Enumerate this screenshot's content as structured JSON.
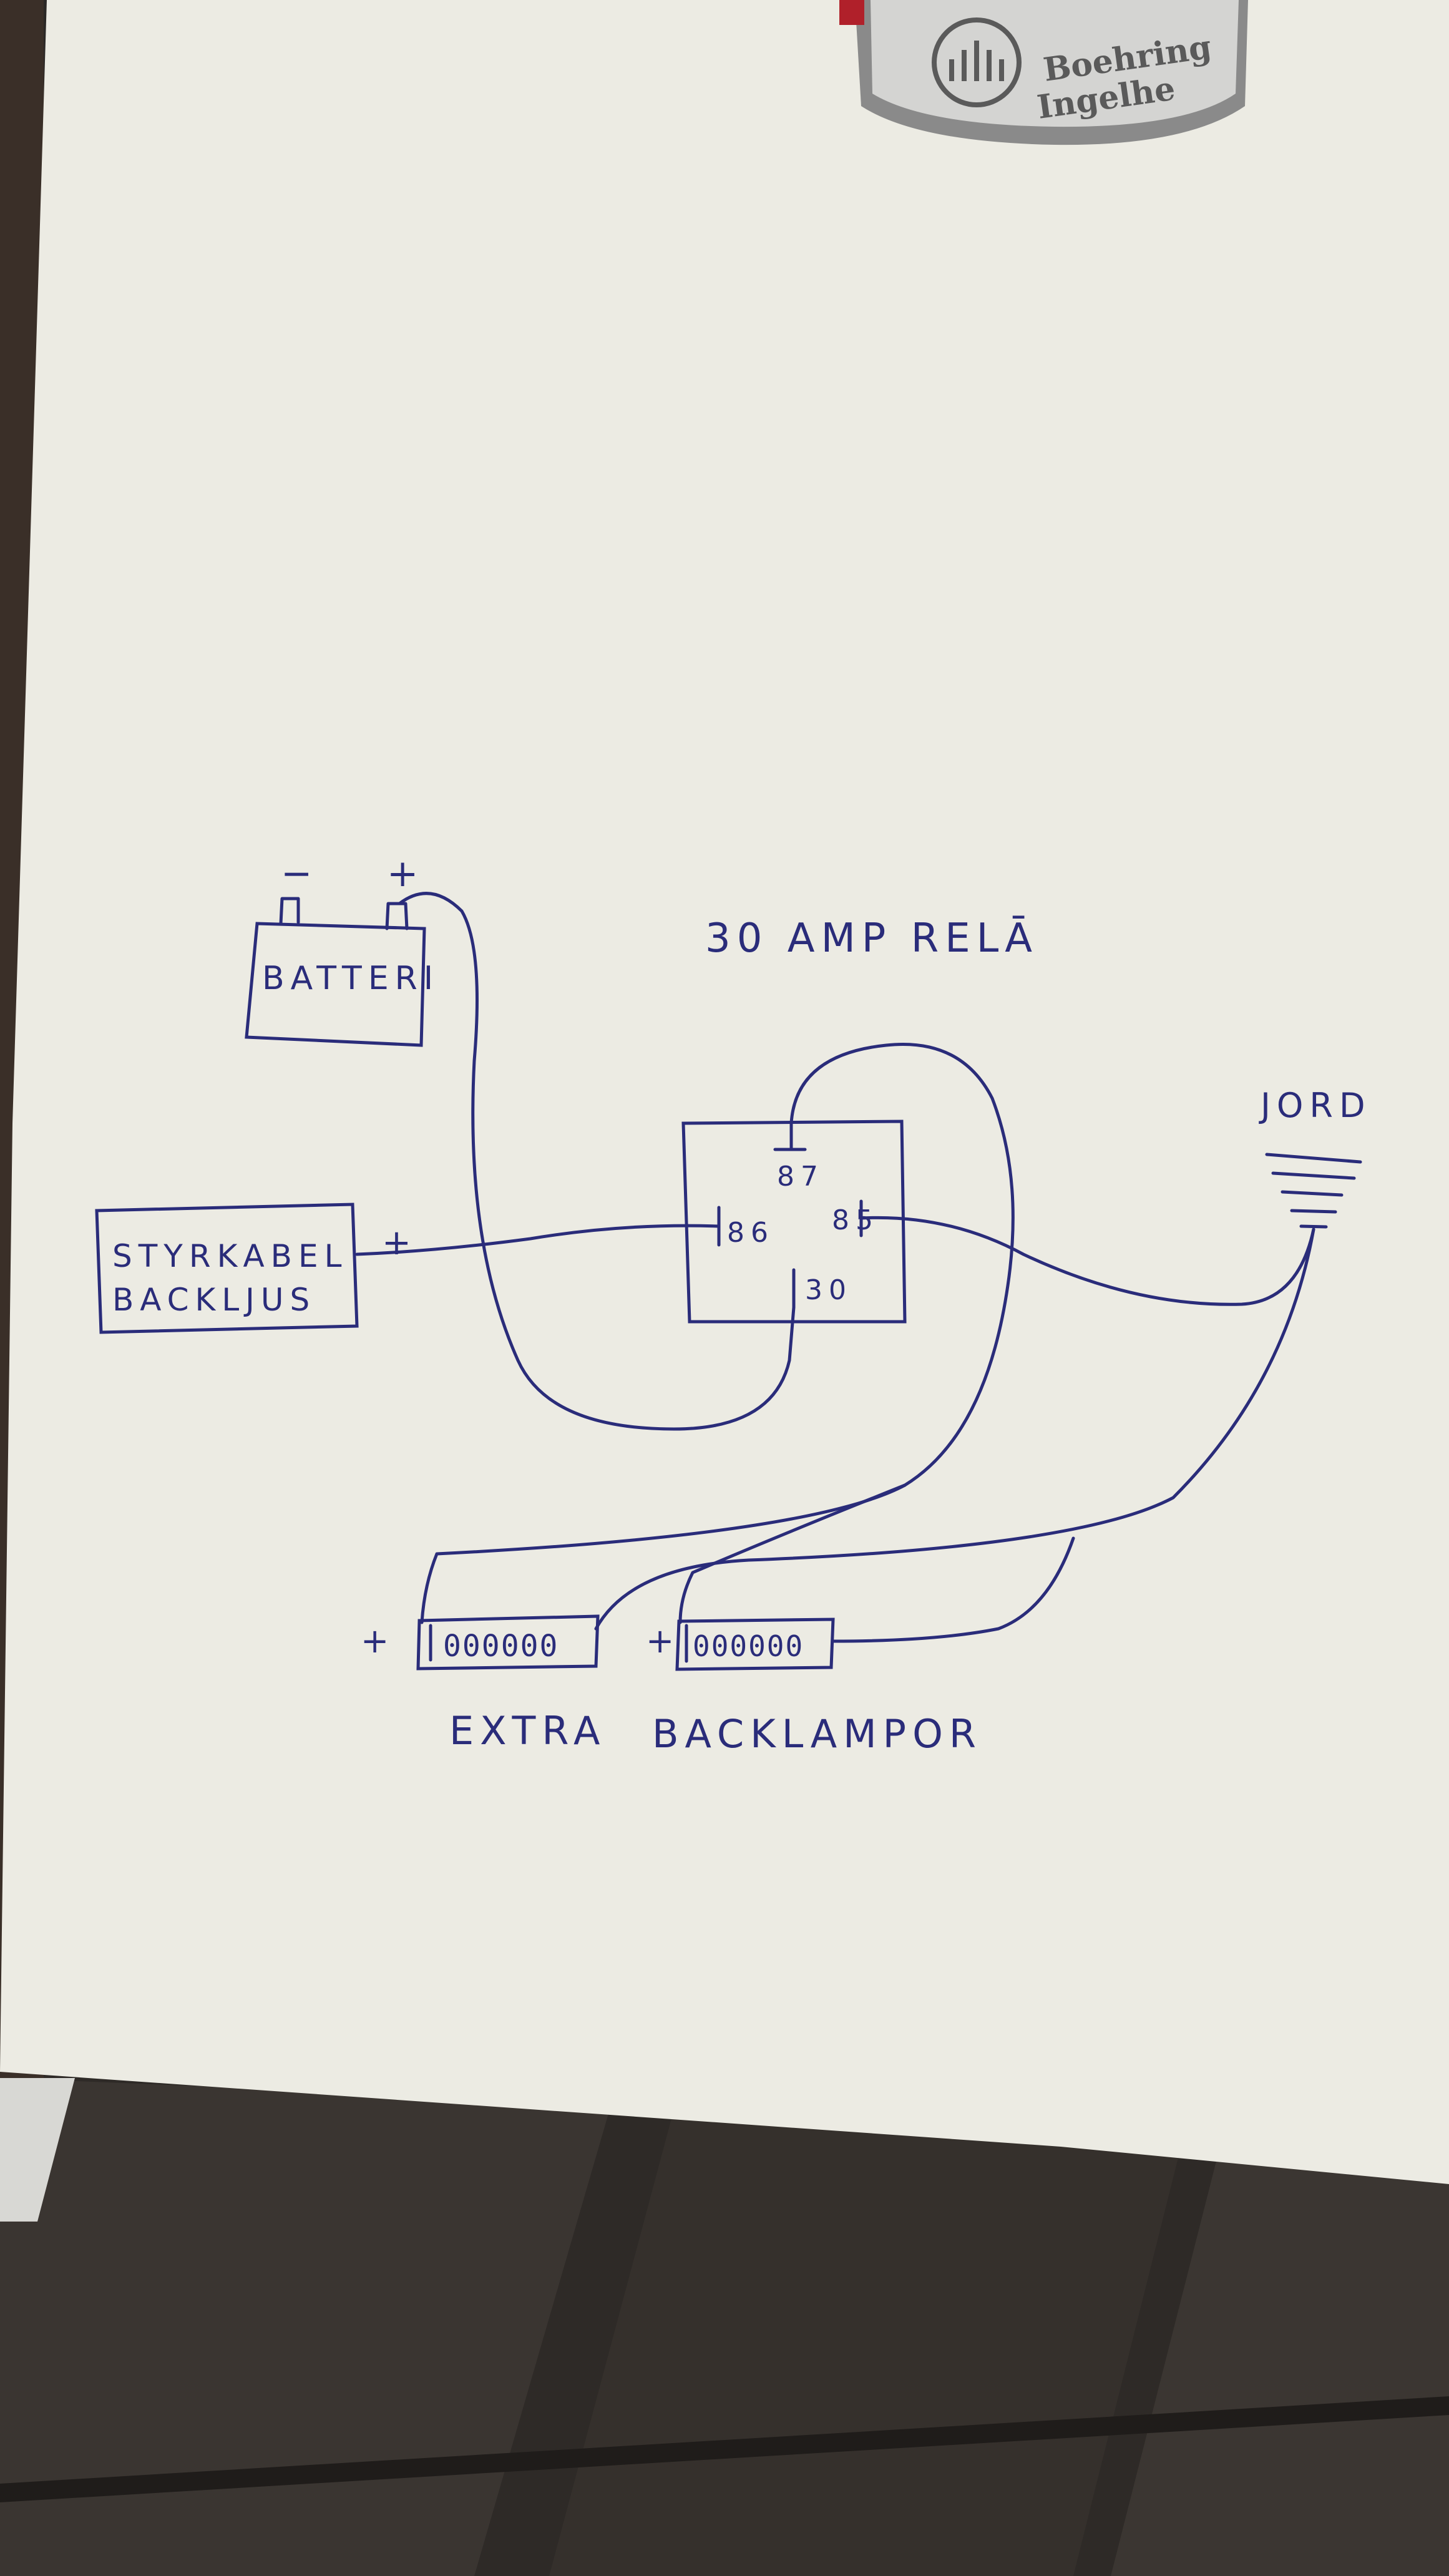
{
  "relay": {
    "title": "30 AMP RELĀ",
    "pins": {
      "p87": "87",
      "p86": "86",
      "p85": "85",
      "p30": "30"
    }
  },
  "battery": {
    "label": "BATTERI",
    "minus": "−",
    "plus": "+"
  },
  "control_cable": {
    "line1": "STYRKABEL",
    "line2": "BACKLJUS",
    "plus": "+"
  },
  "ground": {
    "label": "JORD"
  },
  "lamps": {
    "left": {
      "plus": "+",
      "dots": "000000"
    },
    "right": {
      "plus": "+",
      "dots": "000000"
    },
    "caption_word1": "EXTRA",
    "caption_word2": "BACKLAMPOR"
  },
  "background_object": {
    "logo_line1": "Boehring",
    "logo_line2": "Ingelhe"
  },
  "colors": {
    "ink": "#2a2c7a",
    "paper": "#ecebe3",
    "table": "#2b2826"
  }
}
